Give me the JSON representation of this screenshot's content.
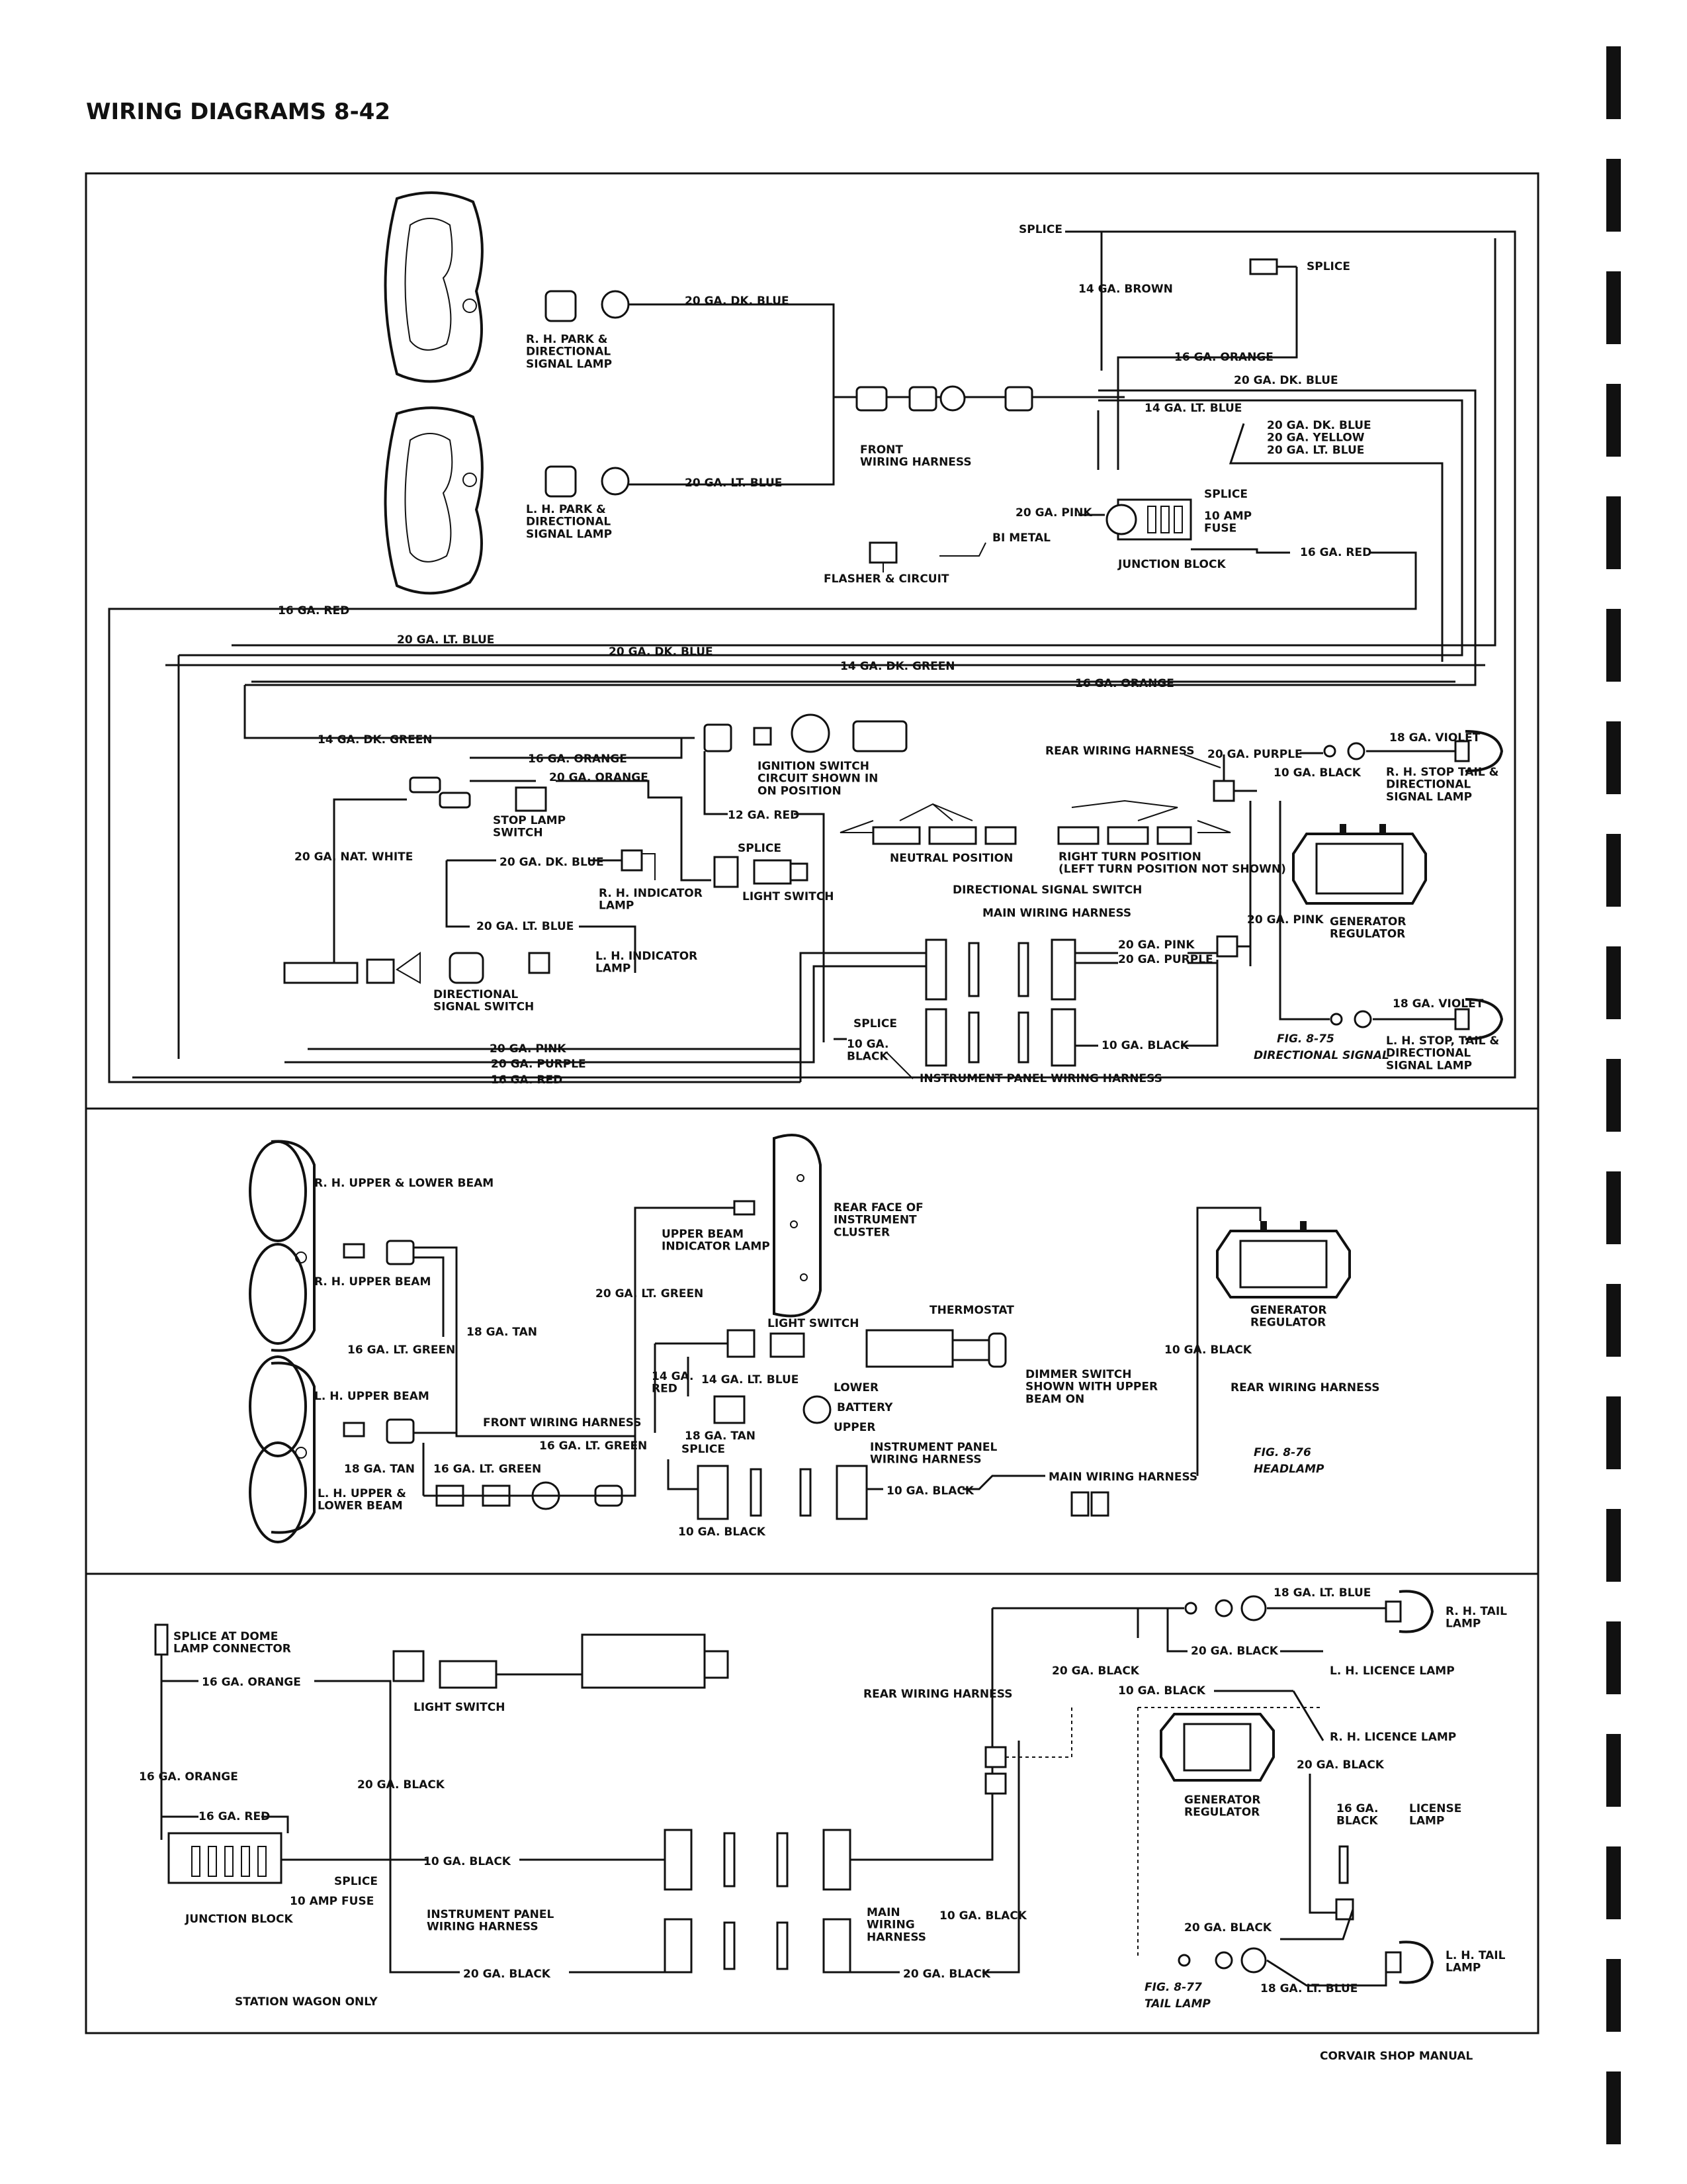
{
  "page": {
    "title": "WIRING DIAGRAMS 8-42",
    "footer": "CORVAIR SHOP MANUAL"
  },
  "panel1": {
    "figure": "FIG. 8-75",
    "figure_name": "DIRECTIONAL SIGNAL",
    "components": {
      "rh_park_lamp": "R. H. PARK &\nDIRECTIONAL\nSIGNAL LAMP",
      "lh_park_lamp": "L. H. PARK &\nDIRECTIONAL\nSIGNAL LAMP",
      "front_wiring_harness": "FRONT\nWIRING HARNESS",
      "flasher": "FLASHER & CIRCUIT",
      "bi_metal": "BI METAL",
      "junction_block": "JUNCTION BLOCK",
      "splice_top": "SPLICE",
      "splice_right": "SPLICE",
      "splice_jb": "SPLICE",
      "fuse": "10 AMP\nFUSE",
      "ignition_switch": "IGNITION SWITCH\nCIRCUIT SHOWN IN\nON POSITION",
      "stop_lamp_switch": "STOP LAMP\nSWITCH",
      "splice_ls": "SPLICE",
      "light_switch": "LIGHT SWITCH",
      "rh_indicator": "R. H. INDICATOR\nLAMP",
      "lh_indicator": "L. H. INDICATOR\nLAMP",
      "directional_switch_small": "DIRECTIONAL\nSIGNAL SWITCH",
      "neutral_position": "NEUTRAL POSITION",
      "right_turn": "RIGHT TURN POSITION\n(LEFT TURN POSITION NOT SHOWN)",
      "directional_switch": "DIRECTIONAL SIGNAL SWITCH",
      "main_harness": "MAIN WIRING HARNESS",
      "rear_harness": "REAR WIRING HARNESS",
      "rh_stop_lamp": "R. H. STOP TAIL &\nDIRECTIONAL\nSIGNAL LAMP",
      "lh_stop_lamp": "L. H. STOP, TAIL &\nDIRECTIONAL\nSIGNAL LAMP",
      "generator_regulator": "GENERATOR\nREGULATOR",
      "splice_ip": "SPLICE",
      "ip_harness": "INSTRUMENT PANEL WIRING HARNESS"
    },
    "wires": {
      "dk_blue_20_rh": "20 GA. DK. BLUE",
      "lt_blue_20_lh": "20 GA. LT. BLUE",
      "brown_14": "14 GA. BROWN",
      "orange_16_top": "16 GA. ORANGE",
      "dk_blue_20_top": "20 GA. DK. BLUE",
      "lt_blue_14": "14 GA. LT. BLUE",
      "bundle": "20 GA. DK. BLUE\n20 GA. YELLOW\n20 GA. LT. BLUE",
      "pink_20_jb": "20 GA. PINK",
      "red_16_jb": "16 GA. RED",
      "red_16_bus": "16 GA. RED",
      "lt_blue_20_bus": "20 GA. LT. BLUE",
      "dk_blue_20_bus": "20 GA. DK. BLUE",
      "dk_green_14_bus": "14 GA. DK. GREEN",
      "orange_16_bus": "16 GA. ORANGE",
      "dk_green_14_sw": "14 GA. DK. GREEN",
      "orange_16_sw": "16 GA. ORANGE",
      "orange_20_sw": "20 GA. ORANGE",
      "red_12": "12 GA. RED",
      "nat_white_20": "20 GA. NAT. WHITE",
      "dk_blue_20_ind": "20 GA. DK. BLUE",
      "lt_blue_20_ind": "20 GA. LT. BLUE",
      "purple_20_rear": "20 GA. PURPLE",
      "black_10_rear": "10 GA. BLACK",
      "violet_18_rh": "18 GA. VIOLET",
      "pink_20_main": "20 GA. PINK",
      "purple_20_main": "20 GA. PURPLE",
      "pink_20_right": "20 GA. PINK",
      "violet_18_lh": "18 GA. VIOLET",
      "black_10_ip": "10 GA. BLACK",
      "black_10_splice": "10 GA.\nBLACK",
      "pink_20_bottom": "20 GA. PINK",
      "purple_20_bottom": "20 GA. PURPLE",
      "red_16_bottom": "16 GA. RED"
    }
  },
  "panel2": {
    "figure": "FIG. 8-76",
    "figure_name": "HEADLAMP",
    "components": {
      "rh_upper_lower": "R. H. UPPER & LOWER BEAM",
      "rh_upper": "R. H. UPPER BEAM",
      "lh_upper": "L. H. UPPER BEAM",
      "lh_upper_lower": "L. H. UPPER &\nLOWER BEAM",
      "rear_face": "REAR FACE OF\nINSTRUMENT\nCLUSTER",
      "upper_beam_indicator": "UPPER BEAM\nINDICATOR LAMP",
      "light_switch": "LIGHT SWITCH",
      "thermostat": "THERMOSTAT",
      "lower": "LOWER",
      "battery": "BATTERY",
      "upper": "UPPER",
      "dimmer_switch": "DIMMER SWITCH\nSHOWN WITH UPPER\nBEAM ON",
      "front_harness": "FRONT WIRING HARNESS",
      "splice": "SPLICE",
      "ip_harness": "INSTRUMENT PANEL\nWIRING HARNESS",
      "main_harness": "MAIN WIRING HARNESS",
      "generator_regulator": "GENERATOR\nREGULATOR",
      "rear_harness": "REAR WIRING HARNESS"
    },
    "wires": {
      "lt_green_20": "20 GA. LT. GREEN",
      "tan_18_top": "18 GA. TAN",
      "lt_green_16_top": "16 GA. LT. GREEN",
      "red_14": "14 GA.\nRED",
      "lt_blue_14": "14 GA. LT. BLUE",
      "tan_18_mid": "18 GA. TAN",
      "lt_green_16_mid": "16 GA. LT. GREEN",
      "tan_18_bot": "18 GA. TAN",
      "lt_green_16_bot": "16 GA. LT. GREEN",
      "black_10_top": "10 GA. BLACK",
      "black_10_ip": "10 GA. BLACK",
      "black_10_bottom": "10 GA. BLACK"
    }
  },
  "panel3": {
    "figure": "FIG. 8-77",
    "figure_name": "TAIL LAMP",
    "components": {
      "splice_dome": "SPLICE AT DOME\nLAMP CONNECTOR",
      "light_switch": "LIGHT SWITCH",
      "junction_block": "JUNCTION BLOCK",
      "splice": "SPLICE",
      "fuse": "10 AMP FUSE",
      "ip_harness": "INSTRUMENT PANEL\nWIRING HARNESS",
      "station_wagon": "STATION WAGON ONLY",
      "main_harness": "MAIN\nWIRING\nHARNESS",
      "rear_harness": "REAR WIRING HARNESS",
      "rh_tail": "R. H. TAIL\nLAMP",
      "lh_licence": "L. H. LICENCE LAMP",
      "rh_licence": "R. H. LICENCE LAMP",
      "generator_regulator": "GENERATOR\nREGULATOR",
      "license_lamp": "LICENSE\nLAMP",
      "lh_tail": "L. H. TAIL\nLAMP"
    },
    "wires": {
      "orange_16_a": "16 GA. ORANGE",
      "orange_16_b": "16 GA. ORANGE",
      "red_16": "16 GA. RED",
      "black_20_v": "20 GA. BLACK",
      "black_10_ip": "10 GA. BLACK",
      "black_20_ip": "20 GA. BLACK",
      "black_10_main": "10 GA. BLACK",
      "black_20_main": "20 GA. BLACK",
      "black_20_rear": "20 GA. BLACK",
      "black_20_rh": "20 GA. BLACK",
      "black_10_rear": "10 GA. BLACK",
      "black_20_gen": "20 GA. BLACK",
      "black_16": "16 GA.\nBLACK",
      "black_20_lh": "20 GA. BLACK",
      "lt_blue_18_top": "18 GA. LT. BLUE",
      "lt_blue_18_bot": "18 GA. LT. BLUE"
    }
  }
}
